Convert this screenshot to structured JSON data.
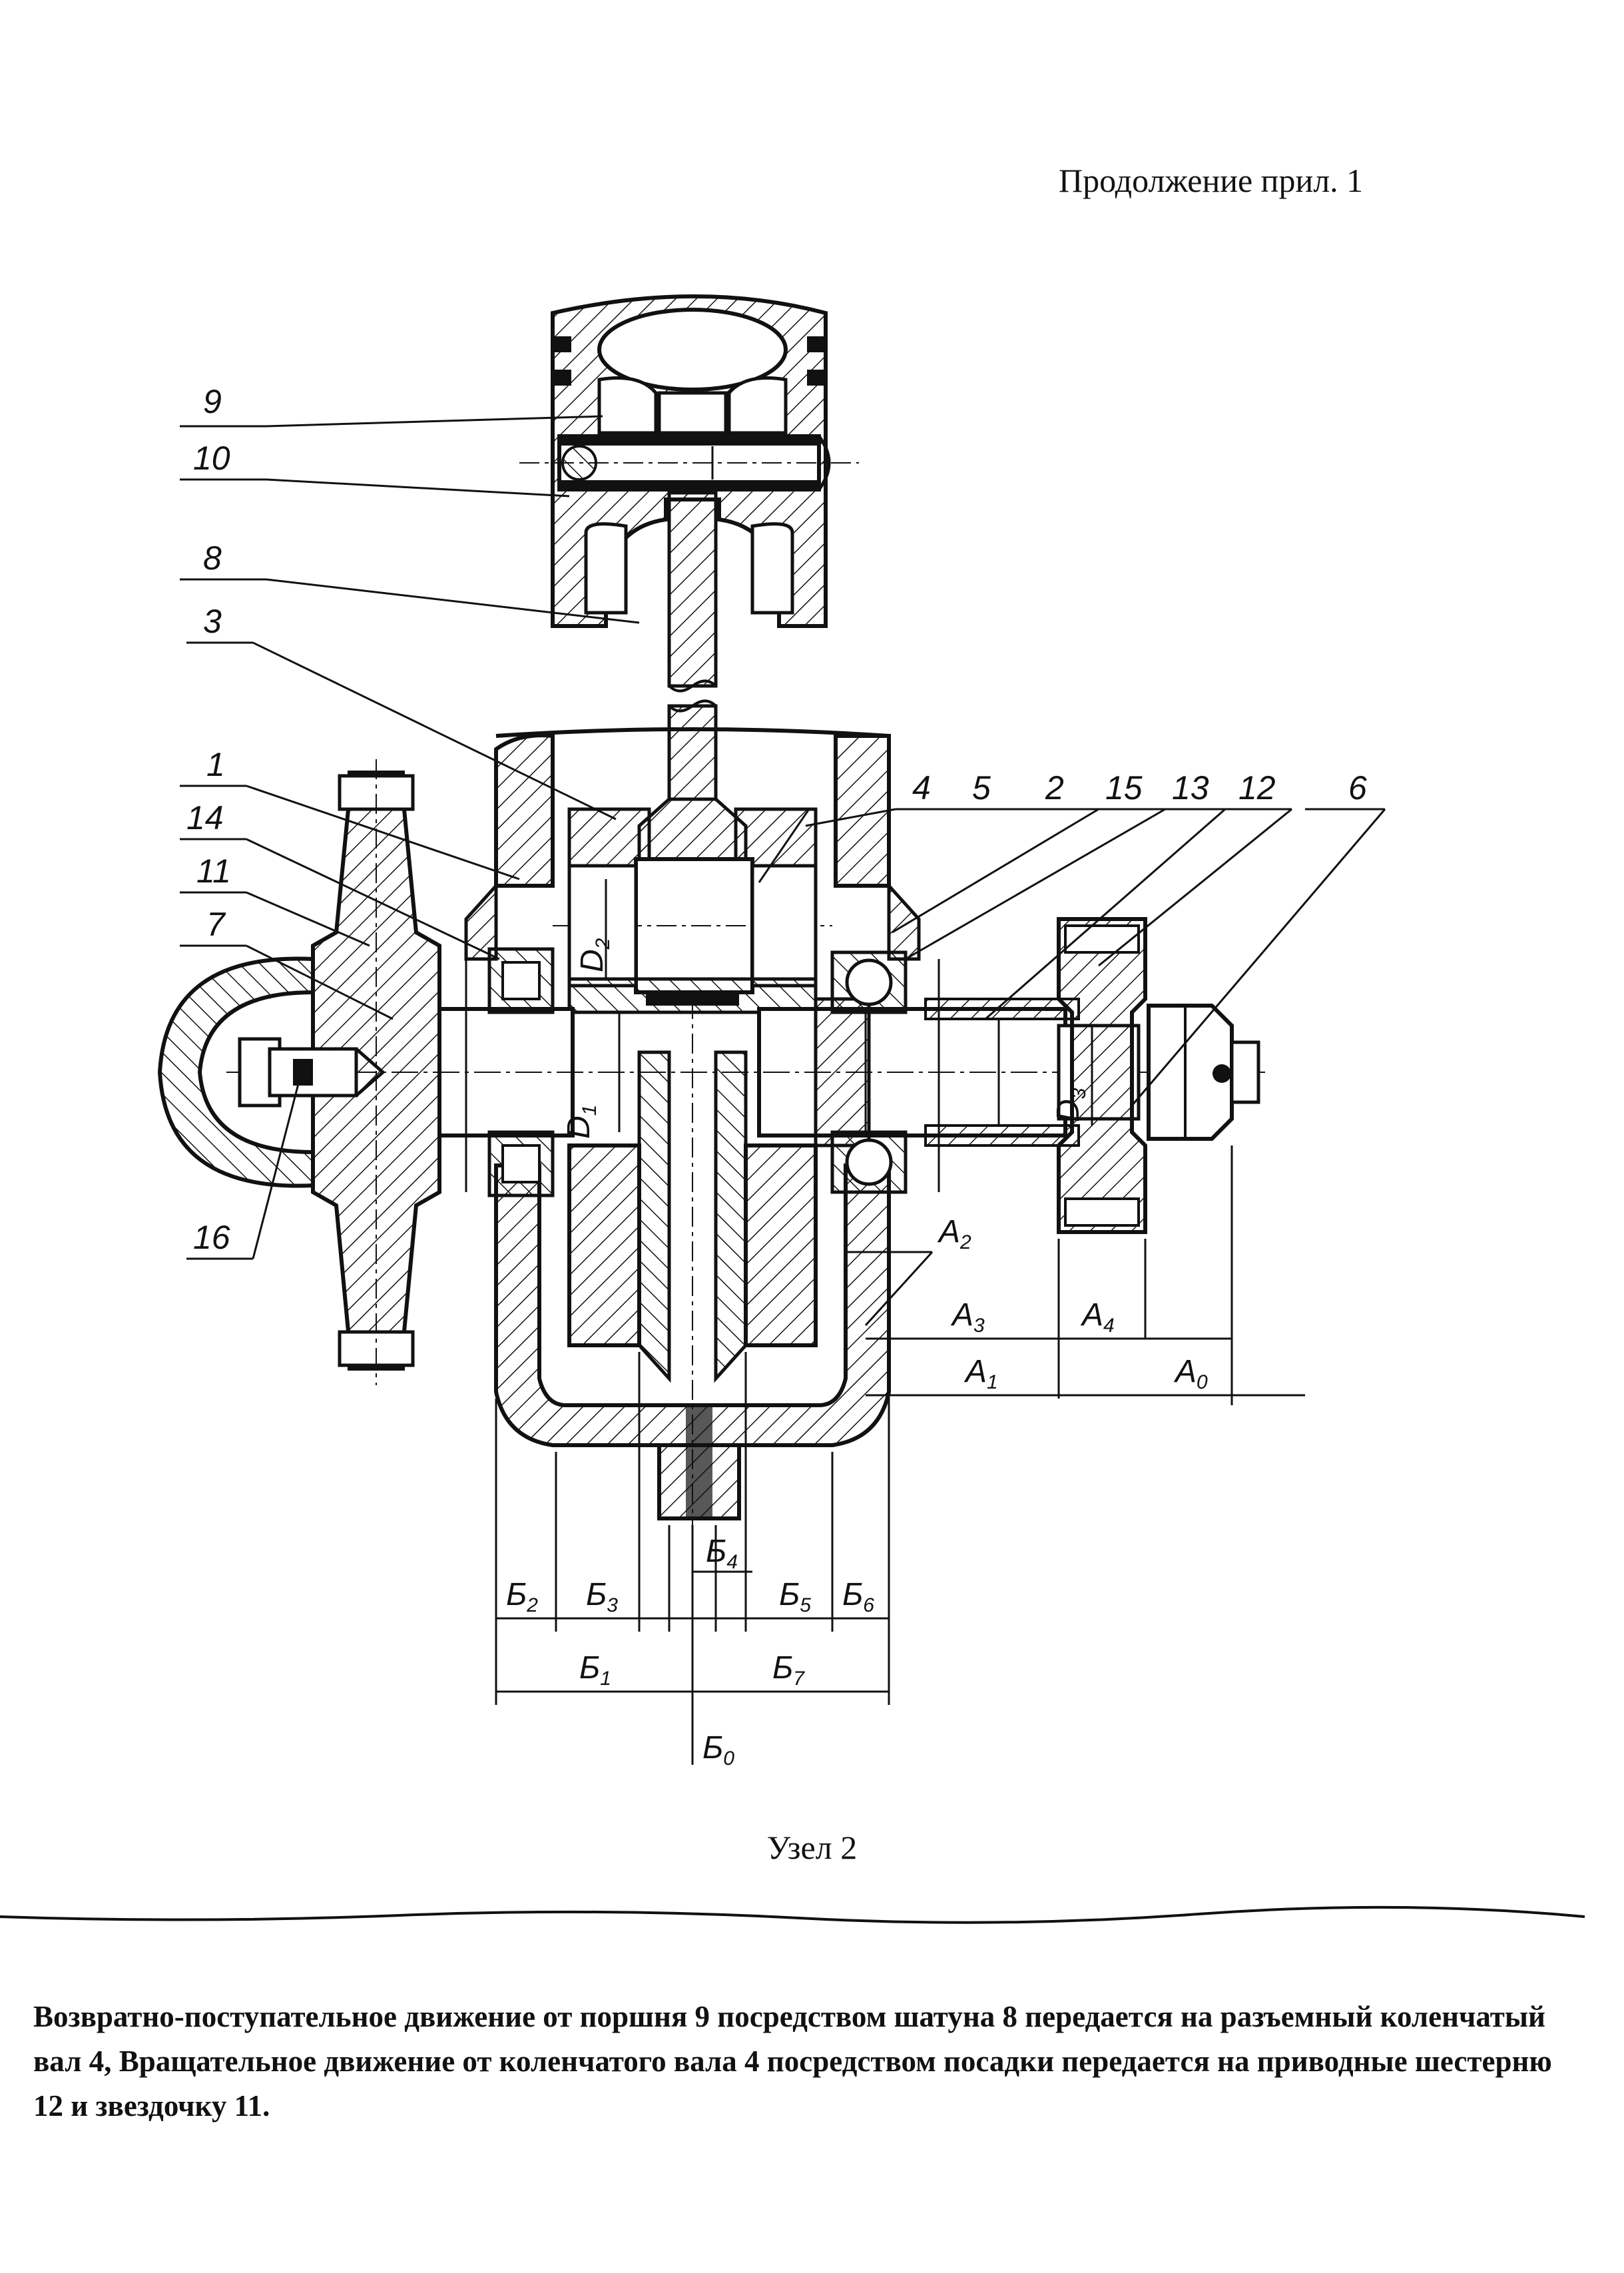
{
  "header": {
    "note": "Продолжение прил. 1"
  },
  "callouts": [
    {
      "id": "9",
      "text": "9"
    },
    {
      "id": "10",
      "text": "10"
    },
    {
      "id": "8",
      "text": "8"
    },
    {
      "id": "3",
      "text": "3"
    },
    {
      "id": "1",
      "text": "1"
    },
    {
      "id": "14",
      "text": "14"
    },
    {
      "id": "11",
      "text": "11"
    },
    {
      "id": "7",
      "text": "7"
    },
    {
      "id": "16",
      "text": "16"
    },
    {
      "id": "4",
      "text": "4"
    },
    {
      "id": "5",
      "text": "5"
    },
    {
      "id": "2",
      "text": "2"
    },
    {
      "id": "15",
      "text": "15"
    },
    {
      "id": "13",
      "text": "13"
    },
    {
      "id": "12",
      "text": "12"
    },
    {
      "id": "6",
      "text": "6"
    }
  ],
  "dimensions": {
    "d1": {
      "base": "D",
      "sub": "1"
    },
    "d2": {
      "base": "D",
      "sub": "2"
    },
    "d3": {
      "base": "D",
      "sub": "3"
    },
    "a0": {
      "base": "A",
      "sub": "0"
    },
    "a1": {
      "base": "A",
      "sub": "1"
    },
    "a2": {
      "base": "A",
      "sub": "2"
    },
    "a3": {
      "base": "A",
      "sub": "3"
    },
    "a4": {
      "base": "A",
      "sub": "4"
    },
    "b0": {
      "base": "Б",
      "sub": "0"
    },
    "b1": {
      "base": "Б",
      "sub": "1"
    },
    "b2": {
      "base": "Б",
      "sub": "2"
    },
    "b3": {
      "base": "Б",
      "sub": "3"
    },
    "b4": {
      "base": "Б",
      "sub": "4"
    },
    "b5": {
      "base": "Б",
      "sub": "5"
    },
    "b6": {
      "base": "Б",
      "sub": "6"
    },
    "b7": {
      "base": "Б",
      "sub": "7"
    }
  },
  "caption": "Узел 2",
  "description": "Возвратно-поступательное движение от поршня 9 посредством шатуна 8 передается на разъемный коленчатый вал 4, Вращательное движение от коленчатого вала 4 посредством посадки передается на приводные шестерню 12 и звездочку 11."
}
